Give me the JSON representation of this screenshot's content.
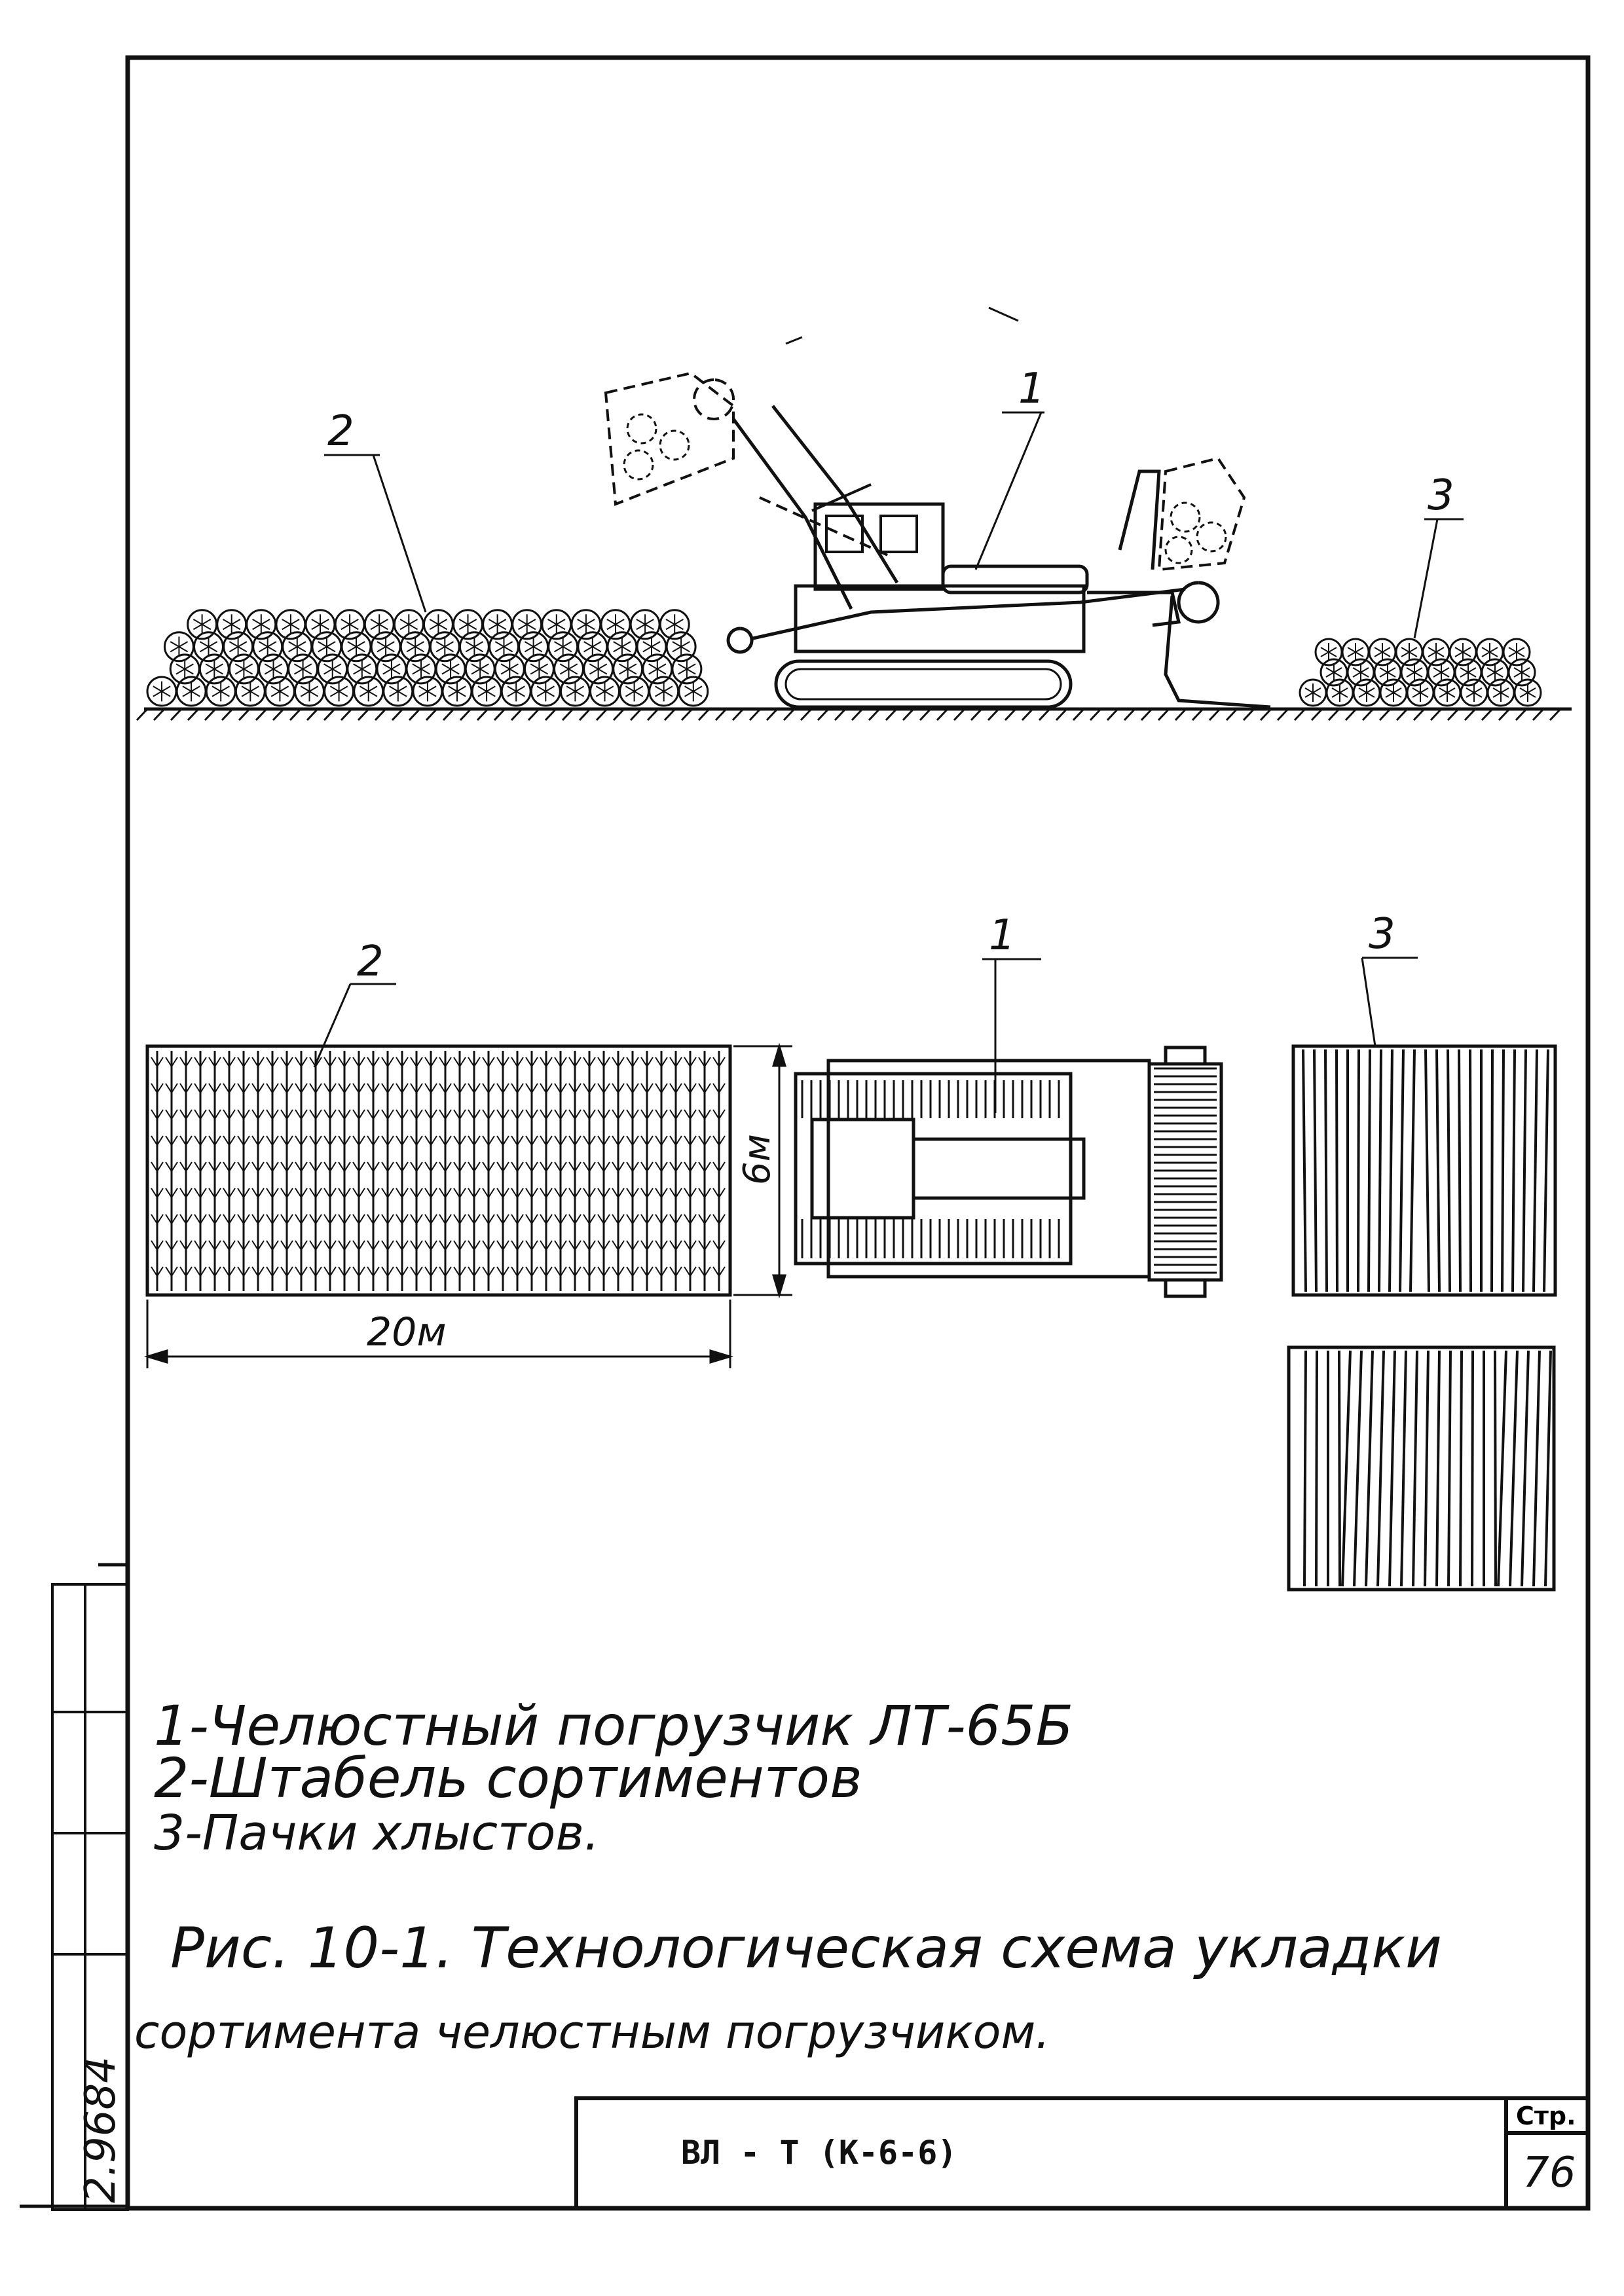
{
  "drawing": {
    "callouts": {
      "side_loader": "1",
      "side_stack": "2",
      "side_bundle": "3",
      "plan_loader": "1",
      "plan_stack": "2",
      "plan_bundle": "3"
    },
    "dimensions": {
      "length": "20м",
      "width": "6м"
    }
  },
  "legend": {
    "item1": "1-Челюстный погрузчик ЛТ-65Б",
    "item2": "2-Штабель сортиментов",
    "item3": "3-Пачки хлыстов."
  },
  "caption": {
    "line1": "Рис. 10-1. Технологическая схема укладки",
    "line2": "сортимента челюстным погрузчиком."
  },
  "title_block": {
    "code": "ВЛ - Т (К-6-6)",
    "page_label": "Стр.",
    "page_number": "76"
  },
  "margin": {
    "inventory_number": "2.9684"
  }
}
